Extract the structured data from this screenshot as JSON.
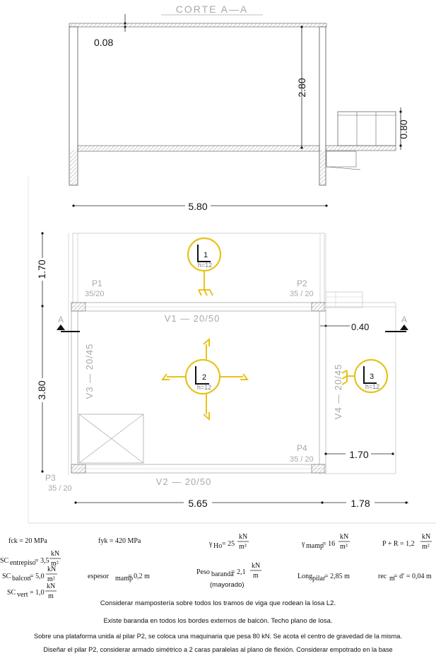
{
  "section_title": "CORTE  A—A",
  "section_dims": {
    "slab_thickness": "0.08",
    "height": "2.80",
    "railing_height": "0.80"
  },
  "plan_dims": {
    "top_width": "5.80",
    "left_top": "1.70",
    "left_bottom": "3.80",
    "bottom_main": "5.65",
    "bottom_balcony": "1.78",
    "balcony_inner": "1.70",
    "offset": "0.40"
  },
  "columns": [
    {
      "name": "P1",
      "size": "35/20"
    },
    {
      "name": "P2",
      "size": "35 / 20"
    },
    {
      "name": "P3",
      "size": "35 / 20"
    },
    {
      "name": "P4",
      "size": "35 / 20"
    }
  ],
  "beams": {
    "v1": "V1  —  20/50",
    "v2": "V2  —  20/50",
    "v3": "V3  —  20/45",
    "v4": "V4  —  20/45"
  },
  "slabs": [
    {
      "num": "1",
      "h": "h=12"
    },
    {
      "num": "2",
      "h": "h=12"
    },
    {
      "num": "3",
      "h": "h=12"
    }
  ],
  "cut_marks": {
    "left": "A",
    "right": "A"
  },
  "params": {
    "fck": "fck = 20 MPa",
    "fyk": "fyk = 420 MPa",
    "gamma_ho": "γ",
    "gamma_ho_sub": "Ho",
    "gamma_ho_val": "= 25",
    "gamma_mamp": "γ",
    "gamma_mamp_sub": "mamp",
    "gamma_mamp_val": "= 16",
    "pr": "P + R = 1,2",
    "sc_entrepiso": "SC",
    "sc_entrepiso_sub": "entrepiso",
    "sc_entrepiso_val": "= 3,5",
    "sc_balcon": "SC",
    "sc_balcon_sub": "balcon",
    "sc_balcon_val": "= 5,0",
    "sc_vert": "SC",
    "sc_vert_sub": "vert",
    "sc_vert_val": "= 1,0",
    "espesor": "espesor",
    "espesor_sub": "mamp",
    "espesor_val": "= 0,2 m",
    "peso": "Peso",
    "peso_sub": "baranda",
    "peso_val": "= 2,1",
    "peso_note": "(mayorado)",
    "long": "Long",
    "long_sub": "pilar",
    "long_val": "= 2,85 m",
    "rec": "rec",
    "rec_sub": "m",
    "rec_val": "= d′ = 0,04 m",
    "unit_kN": "kN",
    "unit_m3": "m³",
    "unit_m2": "m²",
    "unit_m": "m"
  },
  "notes": [
    "Considerar mampostería sobre todos los tramos de viga que rodean la losa L2.",
    "Existe baranda en todos los bordes externos de balcón. Techo plano de losa.",
    "Sobre una plataforma unida al pilar P2, se coloca una maquinaria que pesa 80 kN. Se acota el centro de gravedad de la misma.",
    "Diseñar el pilar P2, considerar armado simétrico a 2 caras paralelas al plano de flexión. Considerar empotrado en la base"
  ],
  "colors": {
    "slab_symbol": "#e8c21a",
    "line": "#222222",
    "faint": "#a8a8a8"
  }
}
